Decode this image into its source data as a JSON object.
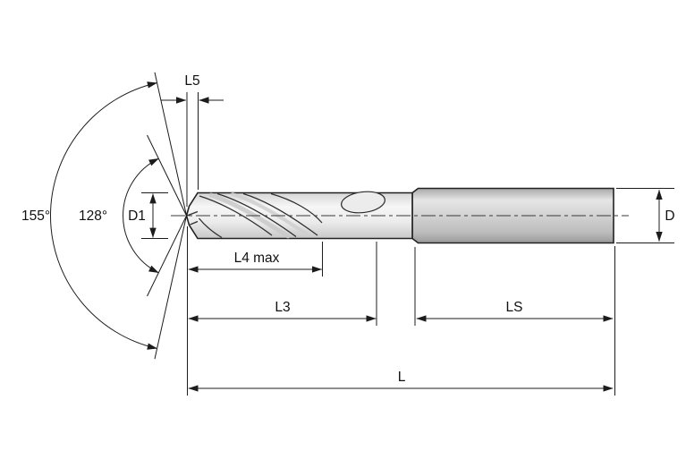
{
  "diagram": {
    "type": "technical-drawing",
    "subject": "solid-carbide-drill-dimension-diagram",
    "dimension_labels": {
      "l5": "L5",
      "d1": "D1",
      "l4_max": "L4 max",
      "l3": "L3",
      "ls": "LS",
      "l": "L",
      "d": "D"
    },
    "angle_labels": {
      "outer": "155°",
      "inner": "128°"
    },
    "colors": {
      "background": "#ffffff",
      "line": "#1c1c1c",
      "body_fill": "#efefef",
      "shank_fill": "#d2d2d2"
    }
  }
}
